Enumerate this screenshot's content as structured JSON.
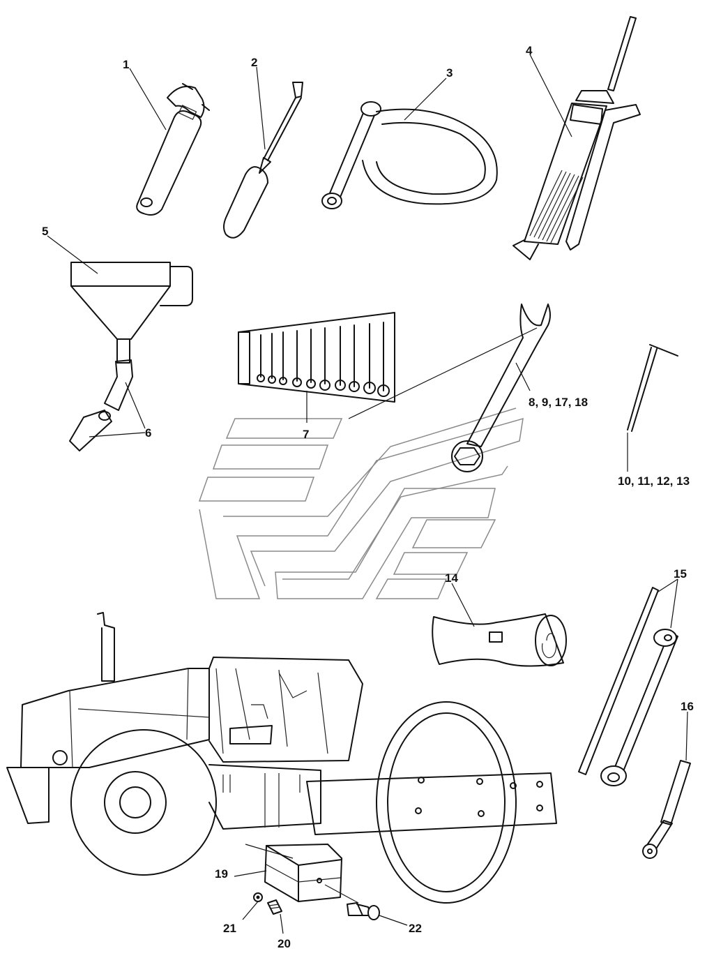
{
  "callouts": {
    "c1": "1",
    "c2": "2",
    "c3": "3",
    "c4": "4",
    "c5": "5",
    "c6": "6",
    "c7": "7",
    "c8": "8, 9, 17, 18",
    "c10": "10, 11, 12, 13",
    "c14": "14",
    "c15": "15",
    "c16": "16",
    "c19": "19",
    "c20": "20",
    "c21": "21",
    "c22": "22"
  }
}
